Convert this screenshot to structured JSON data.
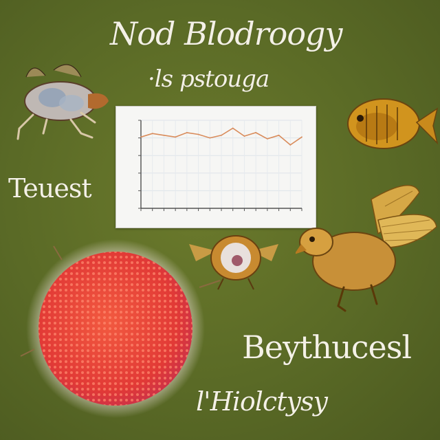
{
  "texts": {
    "title": "Nod Blodroogy",
    "subtitle": "·ls pstouga",
    "left_word": "Teuest",
    "bottom_word_1": "Beythucesl",
    "bottom_word_2": "l'Hiolctysy"
  },
  "chart_data": {
    "type": "line",
    "title": "",
    "xlabel": "",
    "ylabel": "",
    "ylim": [
      0,
      10
    ],
    "x": [
      1,
      2,
      3,
      4,
      5,
      6,
      7,
      8,
      9,
      10,
      11,
      12,
      13,
      14,
      15
    ],
    "series": [
      {
        "values": [
          8.1,
          8.5,
          8.3,
          8.1,
          8.6,
          8.4,
          8.0,
          8.3,
          9.1,
          8.2,
          8.6,
          7.9,
          8.3,
          7.2,
          8.1
        ]
      }
    ],
    "grid": true,
    "line_color": "#d98b5a"
  },
  "colors": {
    "background": "#5c6b27",
    "text": "#f4f1e6",
    "cell": "#e8443a"
  },
  "illustrations": [
    "winged-insect-icon",
    "fish-icon",
    "red-cell-icon",
    "cell-bug-icon",
    "winged-creature-icon"
  ]
}
